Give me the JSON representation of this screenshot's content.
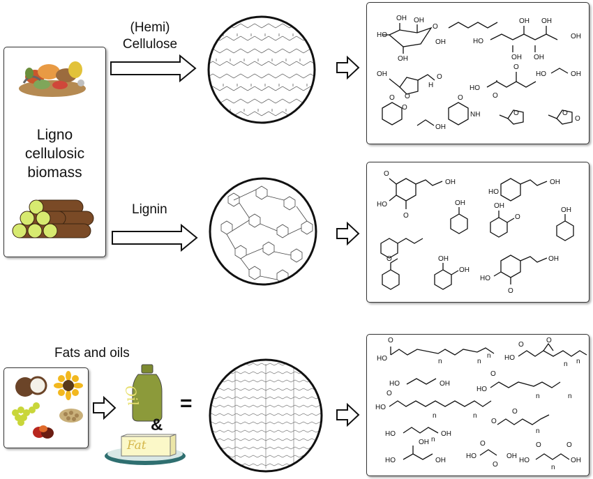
{
  "lignocellulose": {
    "title_line1": "Ligno",
    "title_line2": "cellulosic",
    "title_line3": "biomass"
  },
  "arrows": {
    "hemicellulose_line1": "(Hemi)",
    "hemicellulose_line2": "Cellulose",
    "lignin": "Lignin"
  },
  "fats": {
    "title": "Fats and oils",
    "ampersand": "&",
    "equals": "=",
    "bottle_text": "Oil",
    "block_text": "Fat"
  },
  "colors": {
    "panel_border": "#333333",
    "log_brown": "#7a4a26",
    "log_end": "#d7ea70",
    "bottle": "#8c9a3a",
    "fat_block": "#fbf8c8",
    "plate": "#2f6f70"
  },
  "icons": [
    "food-waste-icon",
    "logs-icon",
    "coconut-icon",
    "sunflower-icon",
    "grapes-icon",
    "palm-fruit-icon",
    "seeds-icon",
    "oil-bottle-icon",
    "fat-block-icon"
  ]
}
